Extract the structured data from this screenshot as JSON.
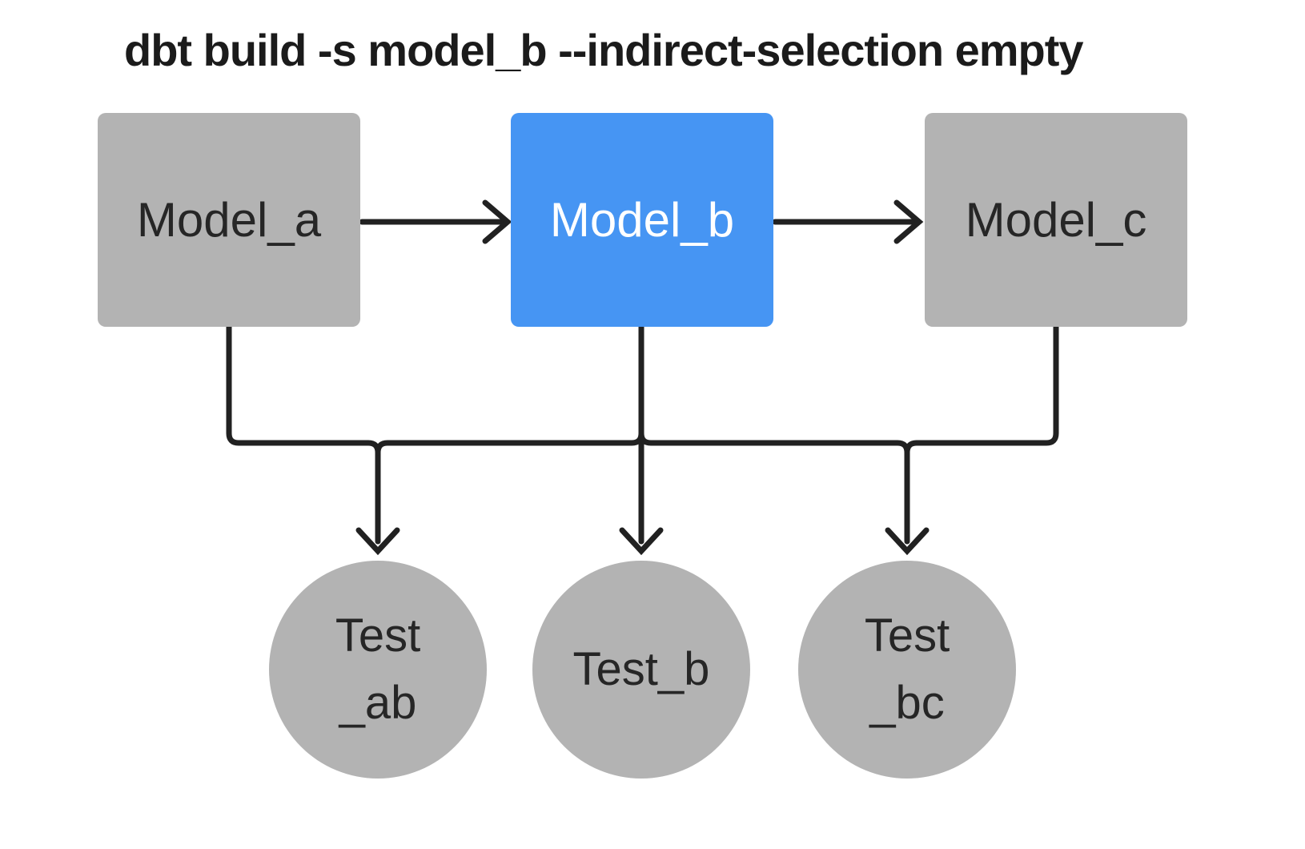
{
  "title": "dbt build -s model_b --indirect-selection empty",
  "colors": {
    "background": "#ffffff",
    "selected": "#4695f3",
    "node_gray": "#b3b3b3",
    "line": "#212121",
    "title_text": "#1b1b1b",
    "node_text_dark": "#262626",
    "node_text_light": "#ffffff"
  },
  "nodes": {
    "model_a": {
      "label": "Model_a",
      "type": "model",
      "state": "unselected"
    },
    "model_b": {
      "label": "Model_b",
      "type": "model",
      "state": "selected"
    },
    "model_c": {
      "label": "Model_c",
      "type": "model",
      "state": "unselected"
    },
    "test_ab": {
      "lines": [
        "Test",
        "_ab"
      ],
      "type": "test",
      "state": "unselected"
    },
    "test_b": {
      "lines": [
        "Test_b"
      ],
      "type": "test",
      "state": "unselected"
    },
    "test_bc": {
      "lines": [
        "Test",
        "_bc"
      ],
      "type": "test",
      "state": "unselected"
    }
  },
  "edges": [
    {
      "from": "model_a",
      "to": "model_b",
      "style": "arrow"
    },
    {
      "from": "model_b",
      "to": "model_c",
      "style": "arrow"
    },
    {
      "from": "model_a",
      "to": "test_ab",
      "style": "arrow"
    },
    {
      "from": "model_b",
      "to": "test_b",
      "style": "arrow"
    },
    {
      "from": "model_c",
      "to": "test_bc",
      "style": "arrow"
    }
  ]
}
